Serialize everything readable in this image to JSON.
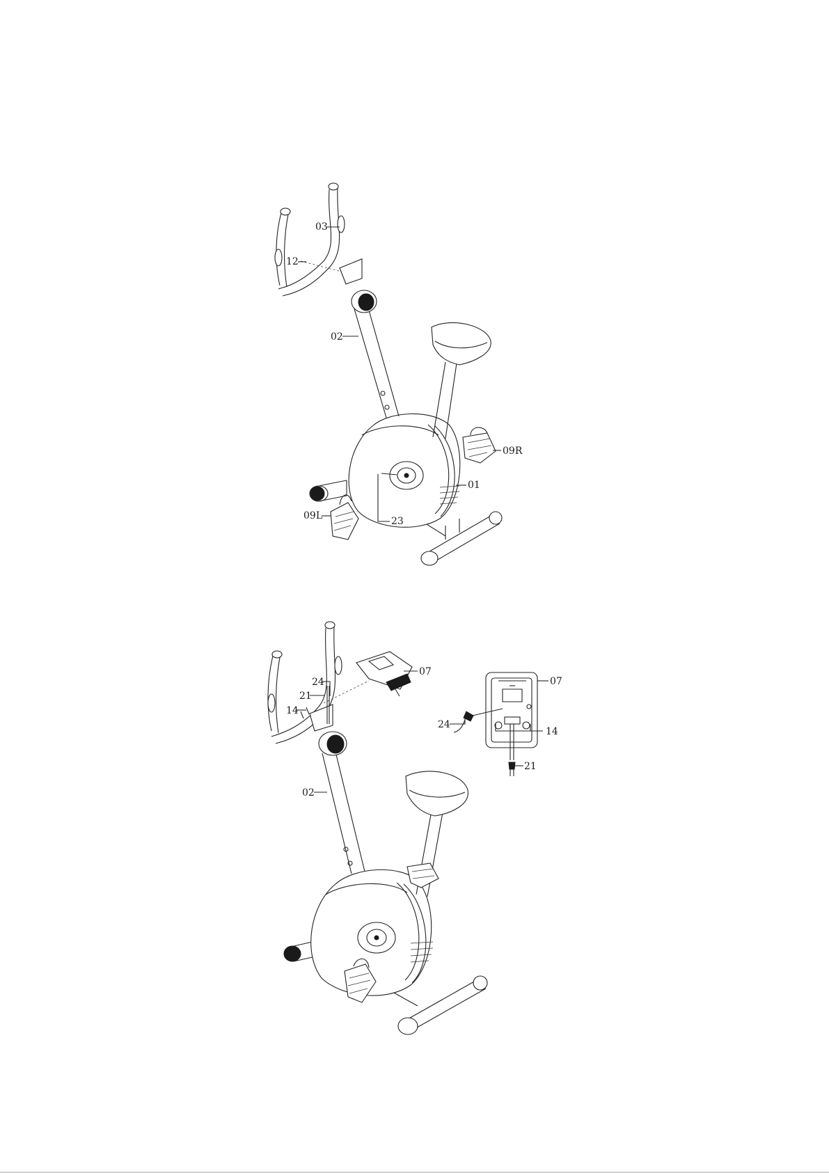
{
  "diagram_1": {
    "labels": {
      "p03": "03",
      "p12": "12",
      "p02": "02",
      "p09R": "09R",
      "p01": "01",
      "p09L": "09L",
      "p23": "23"
    }
  },
  "diagram_2": {
    "labels": {
      "p07": "07",
      "p24": "24",
      "p21": "21",
      "p14": "14",
      "p02": "02"
    }
  },
  "detail": {
    "labels": {
      "p07": "07",
      "p24": "24",
      "p14": "14",
      "p21": "21"
    }
  }
}
